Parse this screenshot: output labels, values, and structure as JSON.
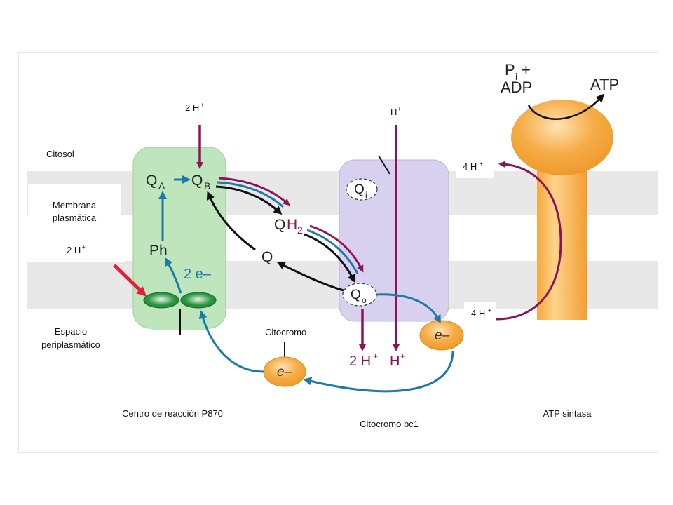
{
  "colors": {
    "membrane": "#e8e8e8",
    "reaction_center": "#bfe5bd",
    "cytochrome_bc1": "#d7d0ef",
    "atp_synthase": "#f7a93c",
    "proton_arrow": "#8e1254",
    "electron_arrow": "#1d79aa",
    "quinone_arrow": "#111111",
    "light_arrow": "#e1203b"
  },
  "labels": {
    "citosol": "Citosol",
    "membrana_1": "Membrana",
    "membrana_2": "plasmática",
    "espacio_1": "Espacio",
    "espacio_2": "periplasmático",
    "two_h_left": "2 H",
    "two_h_top": "2 H",
    "h_top": "H",
    "four_h_top": "4 H",
    "four_h_bottom": "4 H",
    "plus": "+",
    "citocromo": "Citocromo",
    "centro": "Centro de reacción P870",
    "bc1": "Citocromo bc1",
    "atp_sintasa": "ATP sintasa"
  },
  "molecules": {
    "qa_main": "Q",
    "qa_sub": "A",
    "qb_main": "Q",
    "qb_sub": "B",
    "qh2_q": "Q",
    "qh2_h": "H",
    "qh2_sub": "2",
    "q": "Q",
    "ph": "Ph",
    "two_e": "2 e–",
    "qi_main": "Q",
    "qi_sub": "i",
    "qo_main": "Q",
    "qo_sub": "o",
    "e_minus": "e–",
    "bottom_2h": "2 H",
    "bottom_h": "H",
    "bottom_plus": "+",
    "pi_p": "P",
    "pi_sub": "i",
    "pi_plus": "+",
    "adp": "ADP",
    "atp": "ATP"
  }
}
